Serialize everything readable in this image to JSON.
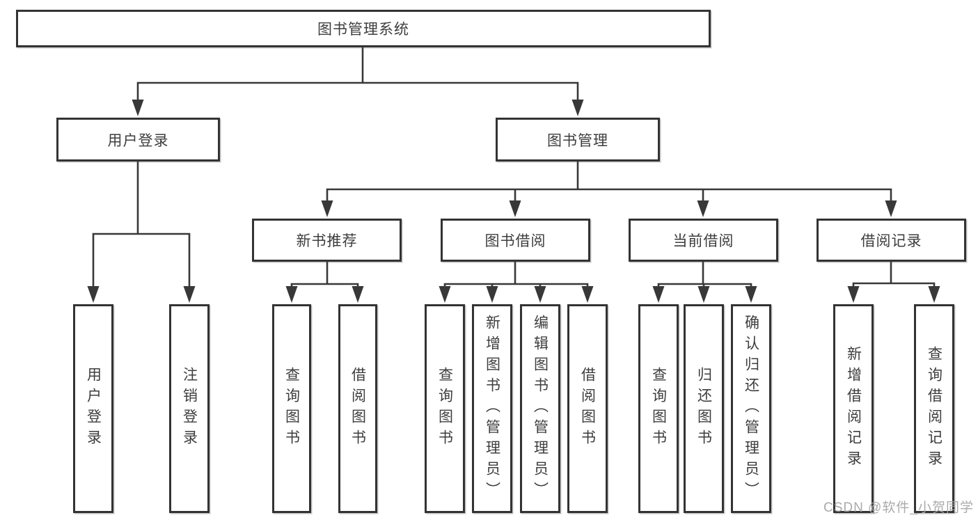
{
  "diagram": {
    "root": {
      "label": "图书管理系统"
    },
    "branches": [
      {
        "label": "用户登录",
        "leaves": [
          {
            "label": "用户登录"
          },
          {
            "label": "注销登录"
          }
        ]
      },
      {
        "label": "图书管理",
        "sections": [
          {
            "label": "新书推荐",
            "leaves": [
              {
                "label": "查询图书"
              },
              {
                "label": "借阅图书"
              }
            ]
          },
          {
            "label": "图书借阅",
            "leaves": [
              {
                "label": "查询图书"
              },
              {
                "label": "新增图书（管理员）"
              },
              {
                "label": "编辑图书（管理员）"
              },
              {
                "label": "借阅图书"
              }
            ]
          },
          {
            "label": "当前借阅",
            "leaves": [
              {
                "label": "查询图书"
              },
              {
                "label": "归还图书"
              },
              {
                "label": "确认归还（管理员）"
              }
            ]
          },
          {
            "label": "借阅记录",
            "leaves": [
              {
                "label": "新增借阅记录"
              },
              {
                "label": "查询借阅记录"
              }
            ]
          }
        ]
      }
    ],
    "watermark": {
      "text": "CSDN @软件_小贺同学"
    },
    "colors": {
      "line": "#383838",
      "box_border": "#333333",
      "box_fill": "#ffffff",
      "text": "#3d3d3d",
      "watermark": "#a5a5a5"
    }
  }
}
